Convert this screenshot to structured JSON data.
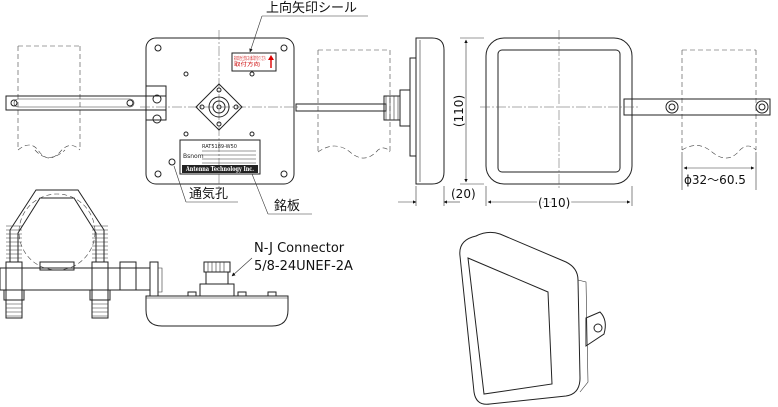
{
  "labels": {
    "arrow_seal": "上向矢印シール",
    "vent_hole": "通気孔",
    "nameplate": "銘板",
    "connector_title": "N-J Connector",
    "connector_thread": "5/8-24UNEF-2A"
  },
  "dimensions": {
    "height": "(110)",
    "depth": "(20)",
    "width": "(110)",
    "pipe_diameter": "ϕ32～60.5"
  },
  "nameplate_text": {
    "model": "RAT5189-W50",
    "brand": "Bsnom",
    "maker": "Antenna Technology Inc."
  },
  "sticker_text": "矢印の向きが上方向になる様に取り付けてください"
}
